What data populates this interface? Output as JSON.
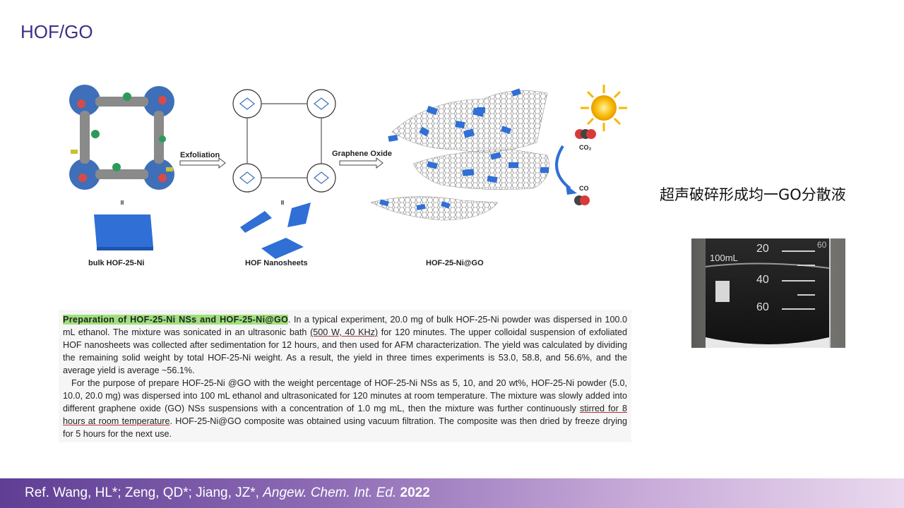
{
  "slide": {
    "title": "HOF/GO"
  },
  "figure": {
    "arrow1": "Exfoliation",
    "arrow2": "Graphene Oxide",
    "eq1": "II",
    "eq2": "II",
    "label_bulk": "bulk HOF-25-Ni",
    "label_nano": "HOF Nanosheets",
    "label_composite": "HOF-25-Ni@GO",
    "co2": "CO₂",
    "co": "CO"
  },
  "text": {
    "heading": "Preparation of HOF-25-Ni NSs and HOF-25-Ni@GO",
    "p1a": ". In a typical experiment, 20.0 mg of bulk HOF-25-Ni powder was dispersed in 100.0 mL ethanol. The mixture was sonicated in an ultrasonic bath ",
    "p1u": "(500 W, 40 KHz)",
    "p1b": " for 120 minutes. The upper colloidal suspension of exfoliated HOF nanosheets was collected after sedimentation for 12 hours, and then used for AFM characterization. The yield was calculated by dividing the remaining solid weight by total HOF-25-Ni weight. As a result, the yield in three times experiments is 53.0, 58.8, and 56.6%, and the average yield is average ~56.1%.",
    "p2a": "For the purpose of prepare HOF-25-Ni @GO with the weight percentage of HOF-25-Ni NSs as 5, 10, and 20 wt%, HOF-25-Ni powder (5.0, 10.0, 20.0 mg) was dispersed into 100 mL ethanol and ultrasonicated for 120 minutes at room temperature. The mixture was slowly added into different graphene oxide (GO) NSs suspensions with a concentration of 1.0 mg mL, then the mixture was further continuously ",
    "p2u": "stirred for 8 hours at room temperature",
    "p2b": ". HOF-25-Ni@GO composite was obtained using vacuum filtration. The composite was then dried by freeze drying for 5 hours for the next use."
  },
  "side": {
    "caption": "超声破碎形成均一GO分散液",
    "beaker_20": "20",
    "beaker_40": "40",
    "beaker_60": "60",
    "beaker_60_top": "60",
    "beaker_100ml": "100mL"
  },
  "footer": {
    "prefix": "Ref. Wang, HL*; Zeng, QD*; Jiang, JZ*, ",
    "journal": "Angew. Chem. Int. Ed.",
    "year": " 2022"
  },
  "colors": {
    "title": "#3f2f86",
    "nanosheet": "#2f6fd6",
    "highlight": "#9fe07d",
    "footer_start": "#5f3e94"
  }
}
